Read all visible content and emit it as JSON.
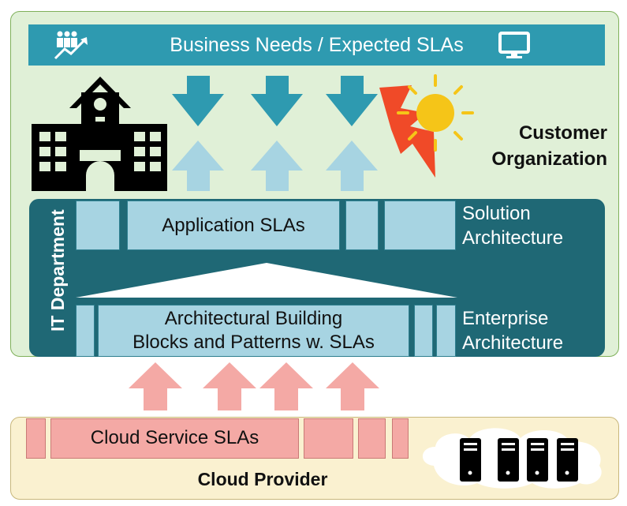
{
  "banner": {
    "text": "Business Needs / Expected SLAs"
  },
  "customer": {
    "label_line1": "Customer",
    "label_line2": "Organization"
  },
  "it": {
    "vertical_label": "IT Department"
  },
  "solution": {
    "label_line1": "Solution",
    "label_line2": "Architecture",
    "block_label": "Application SLAs"
  },
  "enterprise": {
    "label_line1": "Enterprise",
    "label_line2": "Architecture",
    "block_line1": "Architectural Building",
    "block_line2": "Blocks and Patterns w. SLAs"
  },
  "cloud": {
    "block_label": "Cloud Service SLAs",
    "provider_label": "Cloud Provider"
  },
  "colors": {
    "banner": "#2e9ab0",
    "it_department": "#1f6875",
    "block": "#a7d4e2",
    "cloud_block": "#f4a9a5",
    "customer_bg": "#e0f0d7",
    "cloud_bg": "#faf1d0"
  },
  "icons": [
    "people-growth-icon",
    "monitor-icon",
    "building-icon",
    "sun-lightning-icon",
    "server-icon"
  ]
}
